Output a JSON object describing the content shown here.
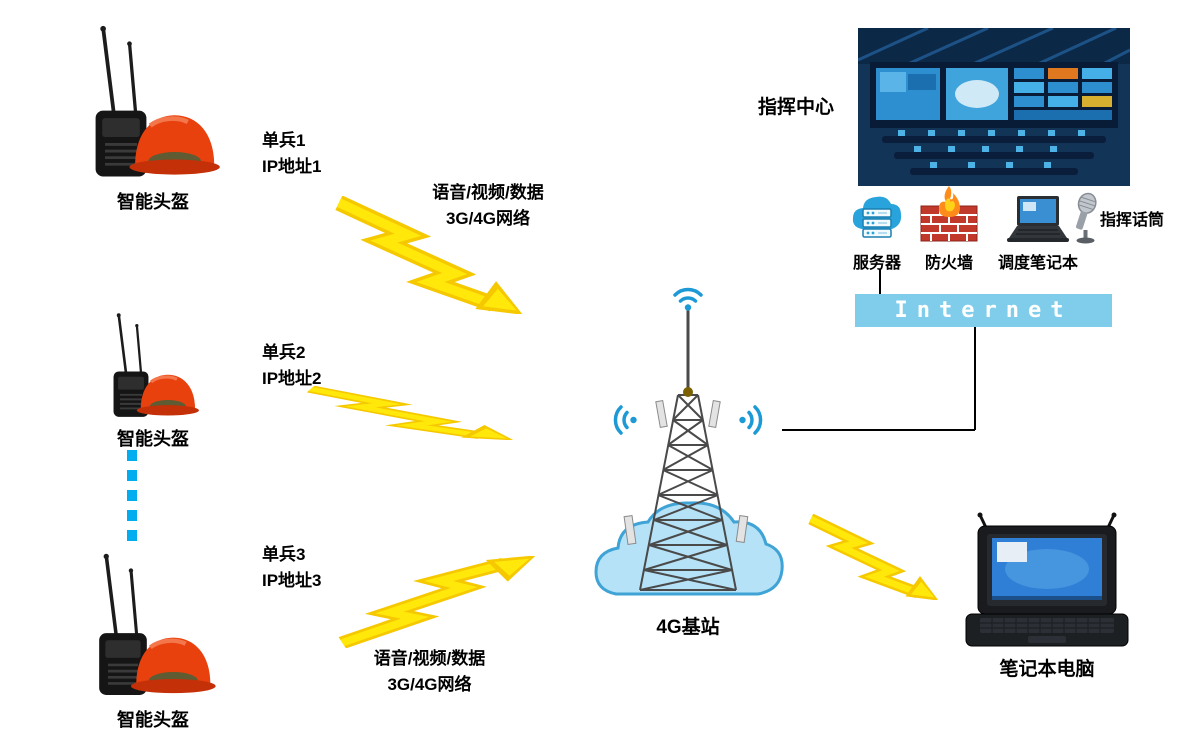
{
  "diagram": {
    "helmet1": {
      "label": "智能头盔"
    },
    "helmet2": {
      "label": "智能头盔"
    },
    "helmet3": {
      "label": "智能头盔"
    },
    "soldier1": {
      "name": "单兵1",
      "ip": "IP地址1"
    },
    "soldier2": {
      "name": "单兵2",
      "ip": "IP地址2"
    },
    "soldier3": {
      "name": "单兵3",
      "ip": "IP地址3"
    },
    "link_top": {
      "line1": "语音/视频/数据",
      "line2": "3G/4G网络"
    },
    "link_bottom": {
      "line1": "语音/视频/数据",
      "line2": "3G/4G网络"
    },
    "base_station": {
      "label": "4G基站"
    },
    "command_center": {
      "label": "指挥中心"
    },
    "server": {
      "label": "服务器"
    },
    "firewall": {
      "label": "防火墙"
    },
    "dispatch_laptop": {
      "label": "调度笔记本"
    },
    "command_mic": {
      "label": "指挥话筒"
    },
    "internet": {
      "label": "Internet"
    },
    "field_laptop": {
      "label": "笔记本电脑"
    },
    "colors": {
      "lightning": "#ffe80a",
      "lightning_edge": "#f5c800",
      "internet_bar": "#7fcdea",
      "internet_text": "#ffffff",
      "dotted_link": "#00aeef",
      "wifi": "#1d9ad6",
      "helmet": "#e8410e",
      "cloud": "#b5e2f7"
    },
    "icons": {
      "helmet_unit": "helmet-and-radio-icon",
      "lightning_link": "lightning-arrow-icon",
      "wifi": "wifi-signal-icon",
      "tower": "cell-tower-icon",
      "cloud": "network-cloud-icon",
      "control_room": "control-room-photo",
      "server": "cloud-server-icon",
      "firewall": "brick-firewall-icon",
      "dispatch_laptop": "laptop-icon",
      "microphone": "microphone-icon",
      "field_laptop": "rugged-laptop-icon"
    }
  }
}
